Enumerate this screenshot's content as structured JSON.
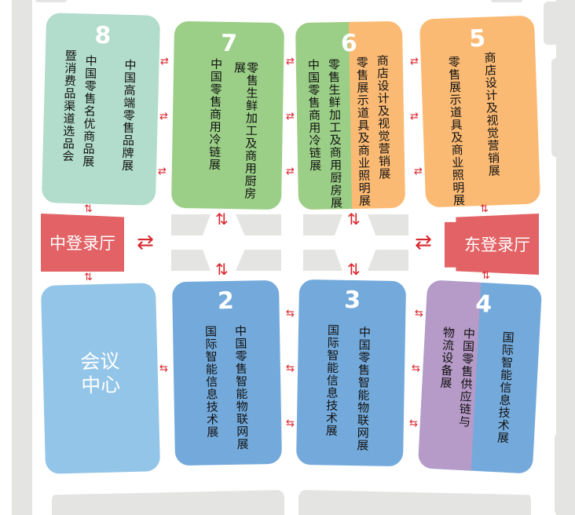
{
  "map": {
    "halls": [
      {
        "id": "8",
        "number": "8",
        "color": "#b2dccb",
        "columns": [
          "中国高端零售品牌展",
          "中国零售名优商品展",
          "暨消费品渠道选品会"
        ]
      },
      {
        "id": "7",
        "number": "7",
        "color": "#9bcf87",
        "columns": [
          "零售生鲜加工及商用厨房展",
          "中国零售商用冷链展"
        ]
      },
      {
        "id": "6",
        "number": "6",
        "colors": [
          "#9bcf87",
          "#fbba74"
        ],
        "columns": [
          "商店设计及视觉营销展",
          "零售展示道具及商业照明展",
          "零售生鲜加工及商用厨房展",
          "中国零售商用冷链展"
        ]
      },
      {
        "id": "5",
        "number": "5",
        "color": "#fbba74",
        "columns": [
          "商店设计及视觉营销展",
          "零售展示道具及商业照明展"
        ]
      },
      {
        "id": "2",
        "number": "2",
        "color": "#74aadb",
        "columns": [
          "中国零售智能物联网展",
          "国际智能信息技术展"
        ]
      },
      {
        "id": "3",
        "number": "3",
        "color": "#74aadb",
        "columns": [
          "中国零售智能物联网展",
          "国际智能信息技术展"
        ]
      },
      {
        "id": "4",
        "number": "4",
        "colors": [
          "#b69ac7",
          "#74aadb"
        ],
        "columns": [
          "国际智能信息技术展",
          "中国零售供应链与",
          "物流设备展"
        ]
      }
    ],
    "conference": {
      "line1": "会议",
      "line2": "中心",
      "color": "#93c5e8"
    },
    "lobbies": {
      "center": "中登录厅",
      "east": "东登录厅",
      "color": "#e26265"
    },
    "arrows": {
      "horizontal_top": "⇄",
      "horizontal_bottom": "⇆",
      "vertical": "⇅",
      "big": "⇄"
    },
    "colors": {
      "road": "#e4e4e2",
      "arrow": "#d9272e",
      "background": "#ffffff"
    }
  }
}
